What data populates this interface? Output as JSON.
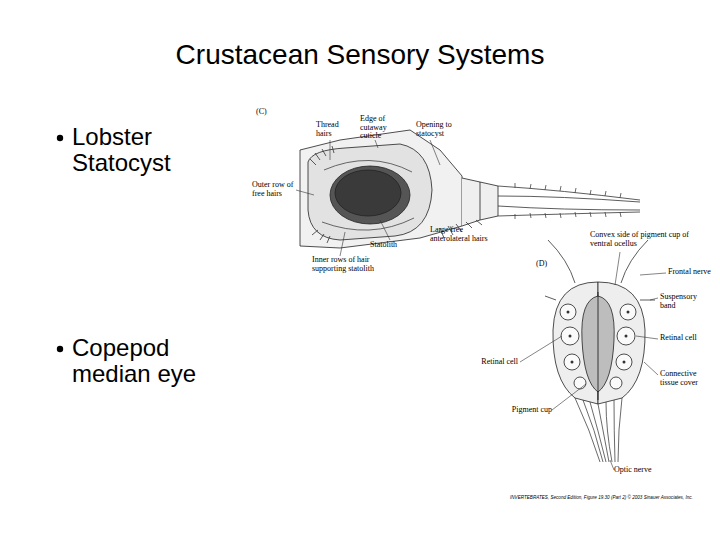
{
  "diagram": {
    "title": "Crustacean Sensory Systems",
    "labels": [
      "Lobster Statocyst",
      "Copepod median eye",
      "(C)",
      "Thread hairs",
      "Edge of cutaway cuticle",
      "Opening to statocyst",
      "Outer row of free hairs",
      "Statolith",
      "Large free anterolateral hairs",
      "Inner rows of hair supporting statolith",
      "(D)",
      "Convex side of pigment cup of ventral ocellus",
      "Frontal nerve",
      "Suspensory band",
      "Retinal cell",
      "Connective tissue cover",
      "Retinal cell",
      "Pigment cup",
      "Optic nerve",
      "INVERTEBRATES, Second Edition, Figure 19.30 (Part 2) © 2003 Sinauer Associates, Inc."
    ]
  }
}
